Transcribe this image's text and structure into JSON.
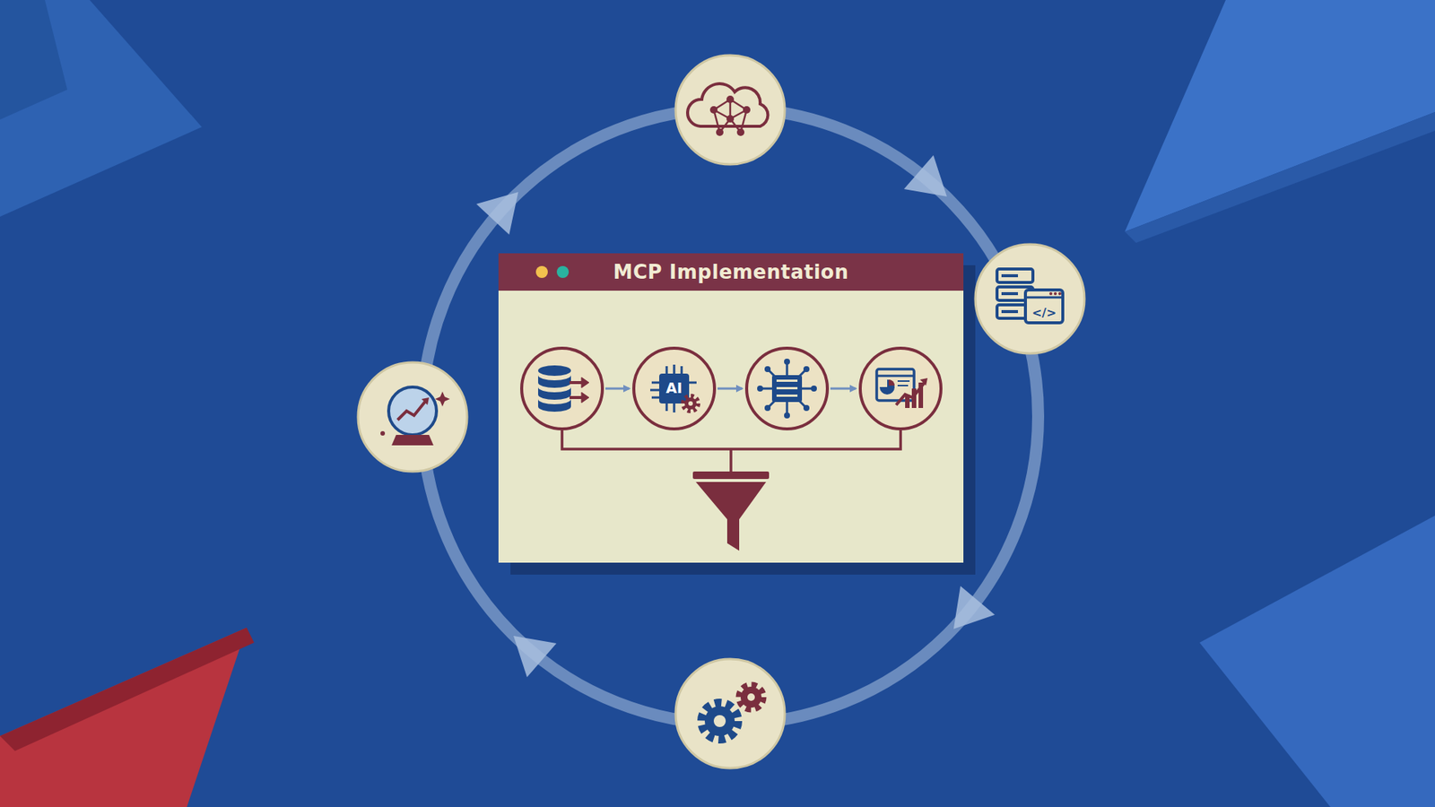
{
  "diagram": {
    "nodes": [
      {
        "text": [
          "MCP Implementation"
        ]
      }
    ],
    "labels": [
      "AI",
      "</>"
    ]
  }
}
